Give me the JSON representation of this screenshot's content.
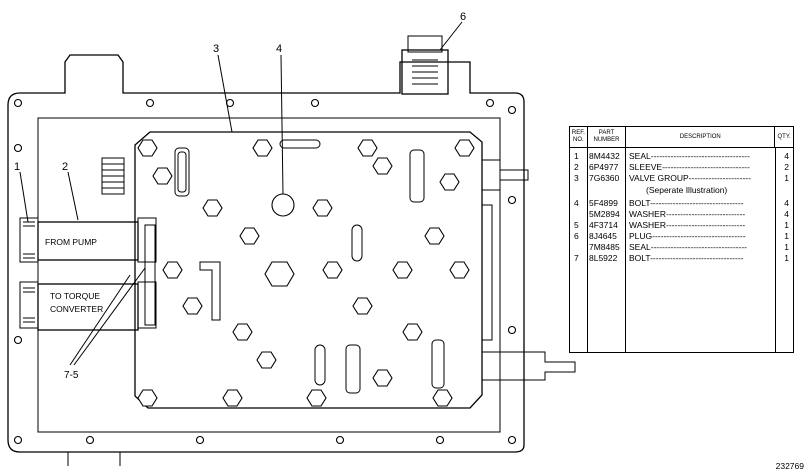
{
  "callouts": {
    "c1": "1",
    "c2": "2",
    "c3": "3",
    "c4": "4",
    "c6": "6",
    "c75": "7-5"
  },
  "ports": {
    "from_pump": "FROM PUMP",
    "to_torque_line1": "TO TORQUE",
    "to_torque_line2": "CONVERTER"
  },
  "table": {
    "headers": {
      "ref_line1": "REF.",
      "ref_line2": "NO.",
      "part_line1": "PART",
      "part_line2": "NUMBER",
      "description": "DESCRIPTION",
      "qty": "QTY."
    },
    "rows": [
      {
        "ref": "1",
        "part": "8M4432",
        "desc": "SEAL-----------------------------------",
        "qty": "4"
      },
      {
        "ref": "2",
        "part": "6P4977",
        "desc": "SLEEVE-------------------------------",
        "qty": "2"
      },
      {
        "ref": "3",
        "part": "7G6360",
        "desc": "VALVE GROUP----------------------",
        "qty": "1"
      },
      {
        "ref": "4",
        "part": "5F4899",
        "desc": "BOLT---------------------------------",
        "qty": "4"
      },
      {
        "ref": "",
        "part": "5M2894",
        "desc": "WASHER----------------------------",
        "qty": "4"
      },
      {
        "ref": "5",
        "part": "4F3714",
        "desc": "WASHER----------------------------",
        "qty": "1"
      },
      {
        "ref": "6",
        "part": "8J4645",
        "desc": "PLUG---------------------------------",
        "qty": "1"
      },
      {
        "ref": "",
        "part": "7M8485",
        "desc": "SEAL----------------------------------",
        "qty": "1"
      },
      {
        "ref": "7",
        "part": "8L5922",
        "desc": "BOLT---------------------------------",
        "qty": "1"
      }
    ],
    "note": "(Seperate Illustration)"
  },
  "figure_id": "232769"
}
